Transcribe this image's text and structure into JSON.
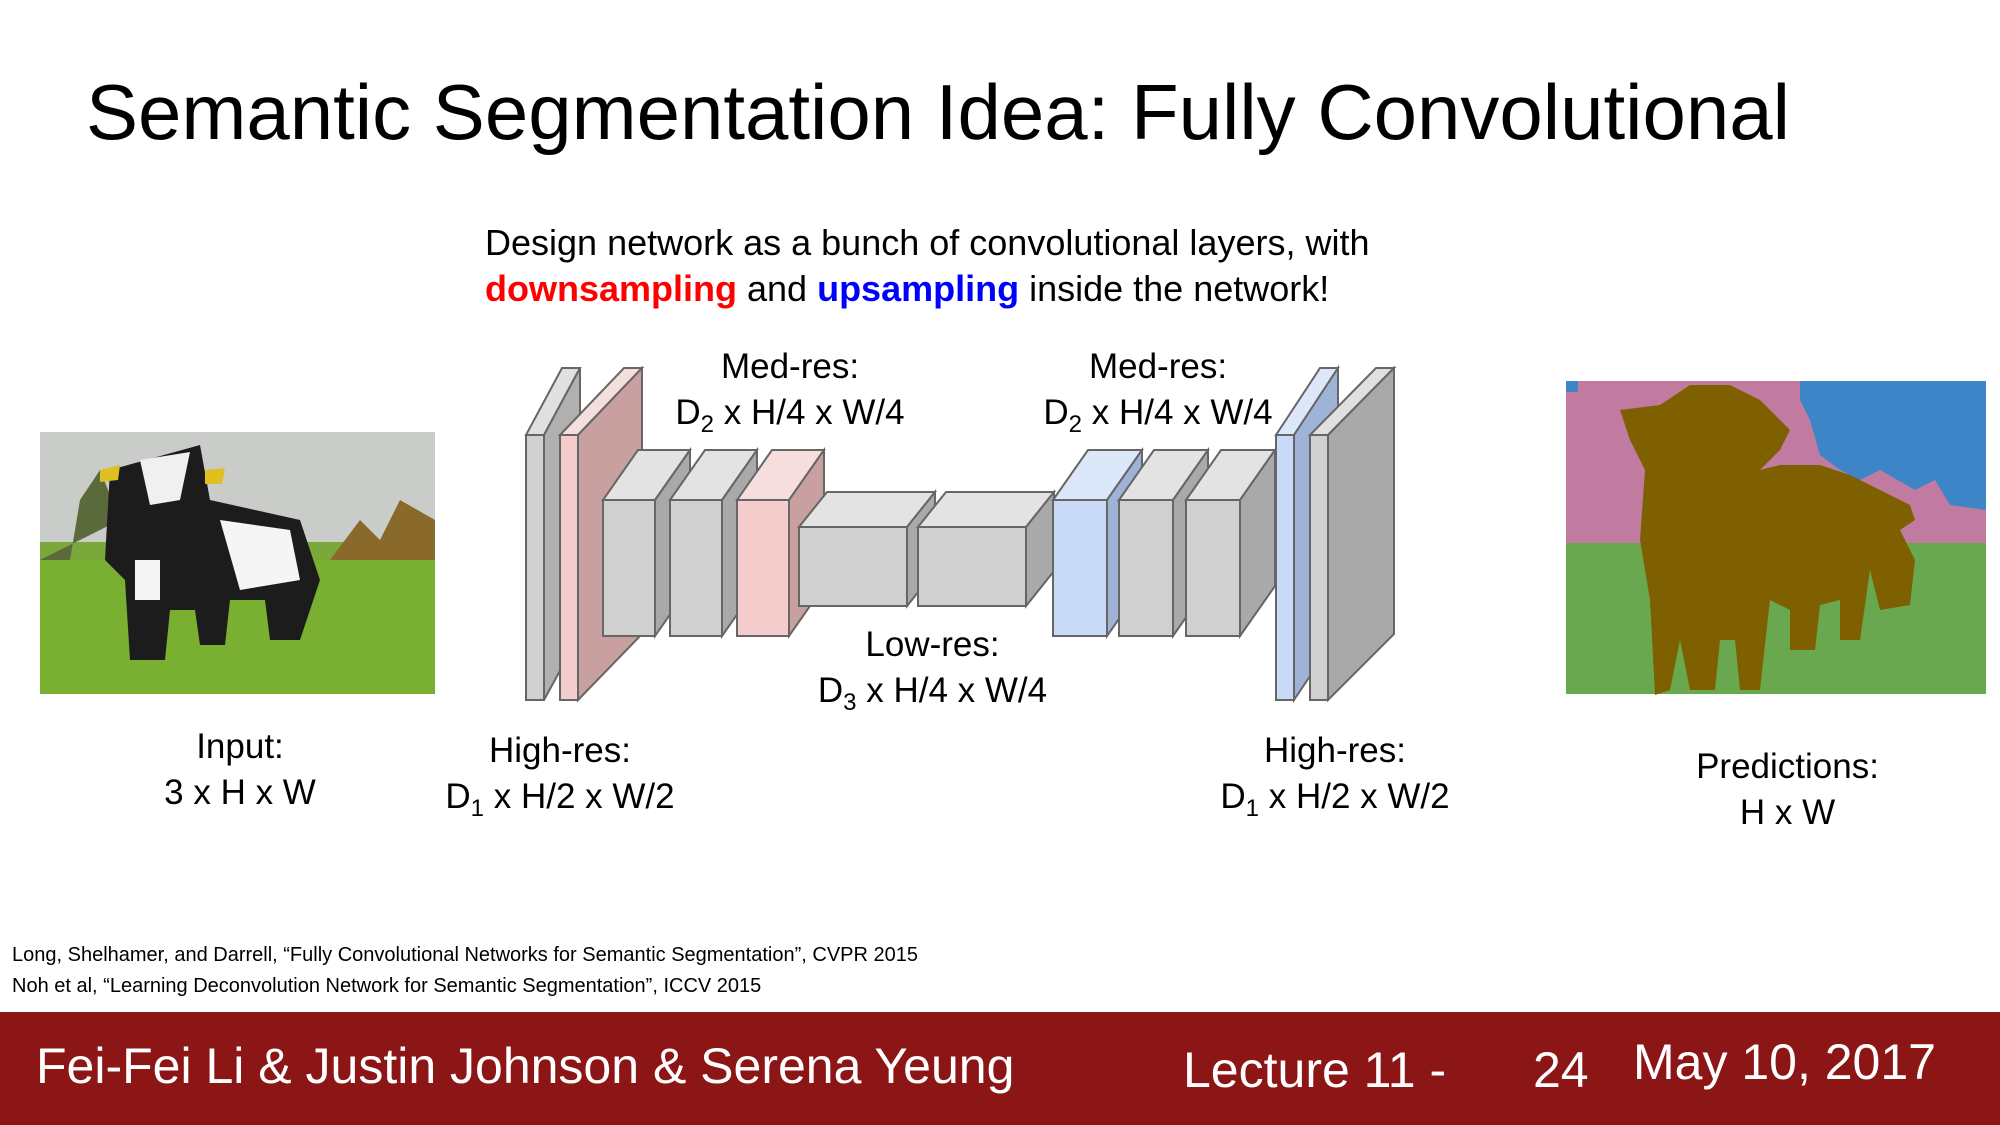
{
  "title": "Semantic Segmentation Idea: Fully Convolutional",
  "subtitle": {
    "line1": "Design network as a bunch of convolutional layers, with",
    "word_down": "downsampling",
    "word_and": " and ",
    "word_up": "upsampling",
    "tail": " inside the network!"
  },
  "labels": {
    "input_title": "Input:",
    "input_dims": "3 x H x W",
    "highres_left_title": "High-res:",
    "highres_left_sym": "D",
    "highres_left_sub": "1",
    "highres_left_dims": " x H/2 x W/2",
    "medres_left_title": "Med-res:",
    "medres_left_sym": "D",
    "medres_left_sub": "2",
    "medres_left_dims": " x H/4 x W/4",
    "lowres_title": "Low-res:",
    "lowres_sym": "D",
    "lowres_sub": "3",
    "lowres_dims": " x H/4 x W/4",
    "medres_right_title": "Med-res:",
    "medres_right_sym": "D",
    "medres_right_sub": "2",
    "medres_right_dims": " x H/4 x W/4",
    "highres_right_title": "High-res:",
    "highres_right_sym": "D",
    "highres_right_sub": "1",
    "highres_right_dims": " x H/2 x W/2",
    "pred_title": "Predictions:",
    "pred_dims": "H x W"
  },
  "references": [
    "Long, Shelhamer, and Darrell, “Fully Convolutional Networks for Semantic Segmentation”, CVPR 2015",
    "Noh et al, “Learning Deconvolution Network for Semantic Segmentation”, ICCV 2015"
  ],
  "footer": {
    "authors": "Fei-Fei Li & Justin Johnson & Serena Yeung",
    "lecture": "Lecture 11 -",
    "page": "24",
    "date": "May 10, 2017"
  },
  "colors": {
    "gray_block": "#d0d0d0",
    "red_block": "#f4cccc",
    "blue_block": "#c9daf8",
    "footer_bg": "#8c1515",
    "seg_pink": "#c27ba0",
    "seg_blue": "#3d85c6",
    "seg_green": "#6aa84f",
    "seg_cow": "#7f6000"
  }
}
